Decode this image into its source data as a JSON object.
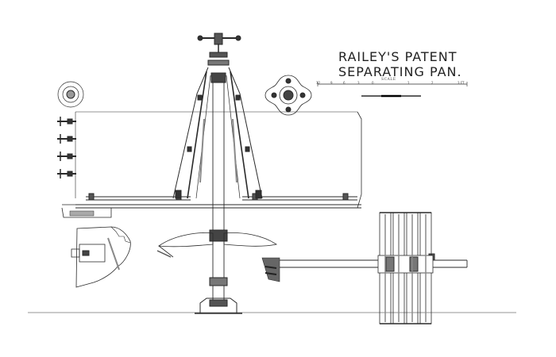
{
  "title": {
    "line1": "RAILEY'S PATENT",
    "line2": "SEPARATING PAN."
  },
  "scale": {
    "label": "SCALE",
    "ticks": [
      "12",
      "9",
      "6",
      "3",
      "0",
      "1",
      "2",
      "3 FT"
    ]
  },
  "colors": {
    "ink": "#2a2a2a",
    "shade": "#8a8a8a",
    "dark": "#3a3a3a",
    "paper": "#ffffff"
  }
}
